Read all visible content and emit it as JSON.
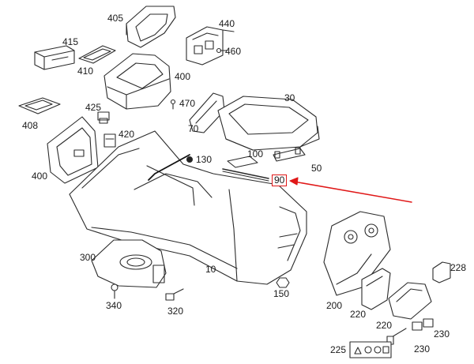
{
  "colors": {
    "line": "#2b2b2b",
    "highlight": "#e01818",
    "fill": "#ffffff"
  },
  "highlight": {
    "part": "90"
  },
  "callouts": {
    "p405": "405",
    "p440": "440",
    "p415": "415",
    "p410": "410",
    "p460": "460",
    "p400a": "400",
    "p470": "470",
    "p425": "425",
    "p30": "30",
    "p408": "408",
    "p70": "70",
    "p420": "420",
    "p400b": "400",
    "p130": "130",
    "p100": "100",
    "p50": "50",
    "p90": "90",
    "p228": "228",
    "p300": "300",
    "p10": "10",
    "p340": "340",
    "p150": "150",
    "p320": "320",
    "p200": "200",
    "p220a": "220",
    "p220b": "220",
    "p230a": "230",
    "p230b": "230",
    "p225": "225"
  }
}
